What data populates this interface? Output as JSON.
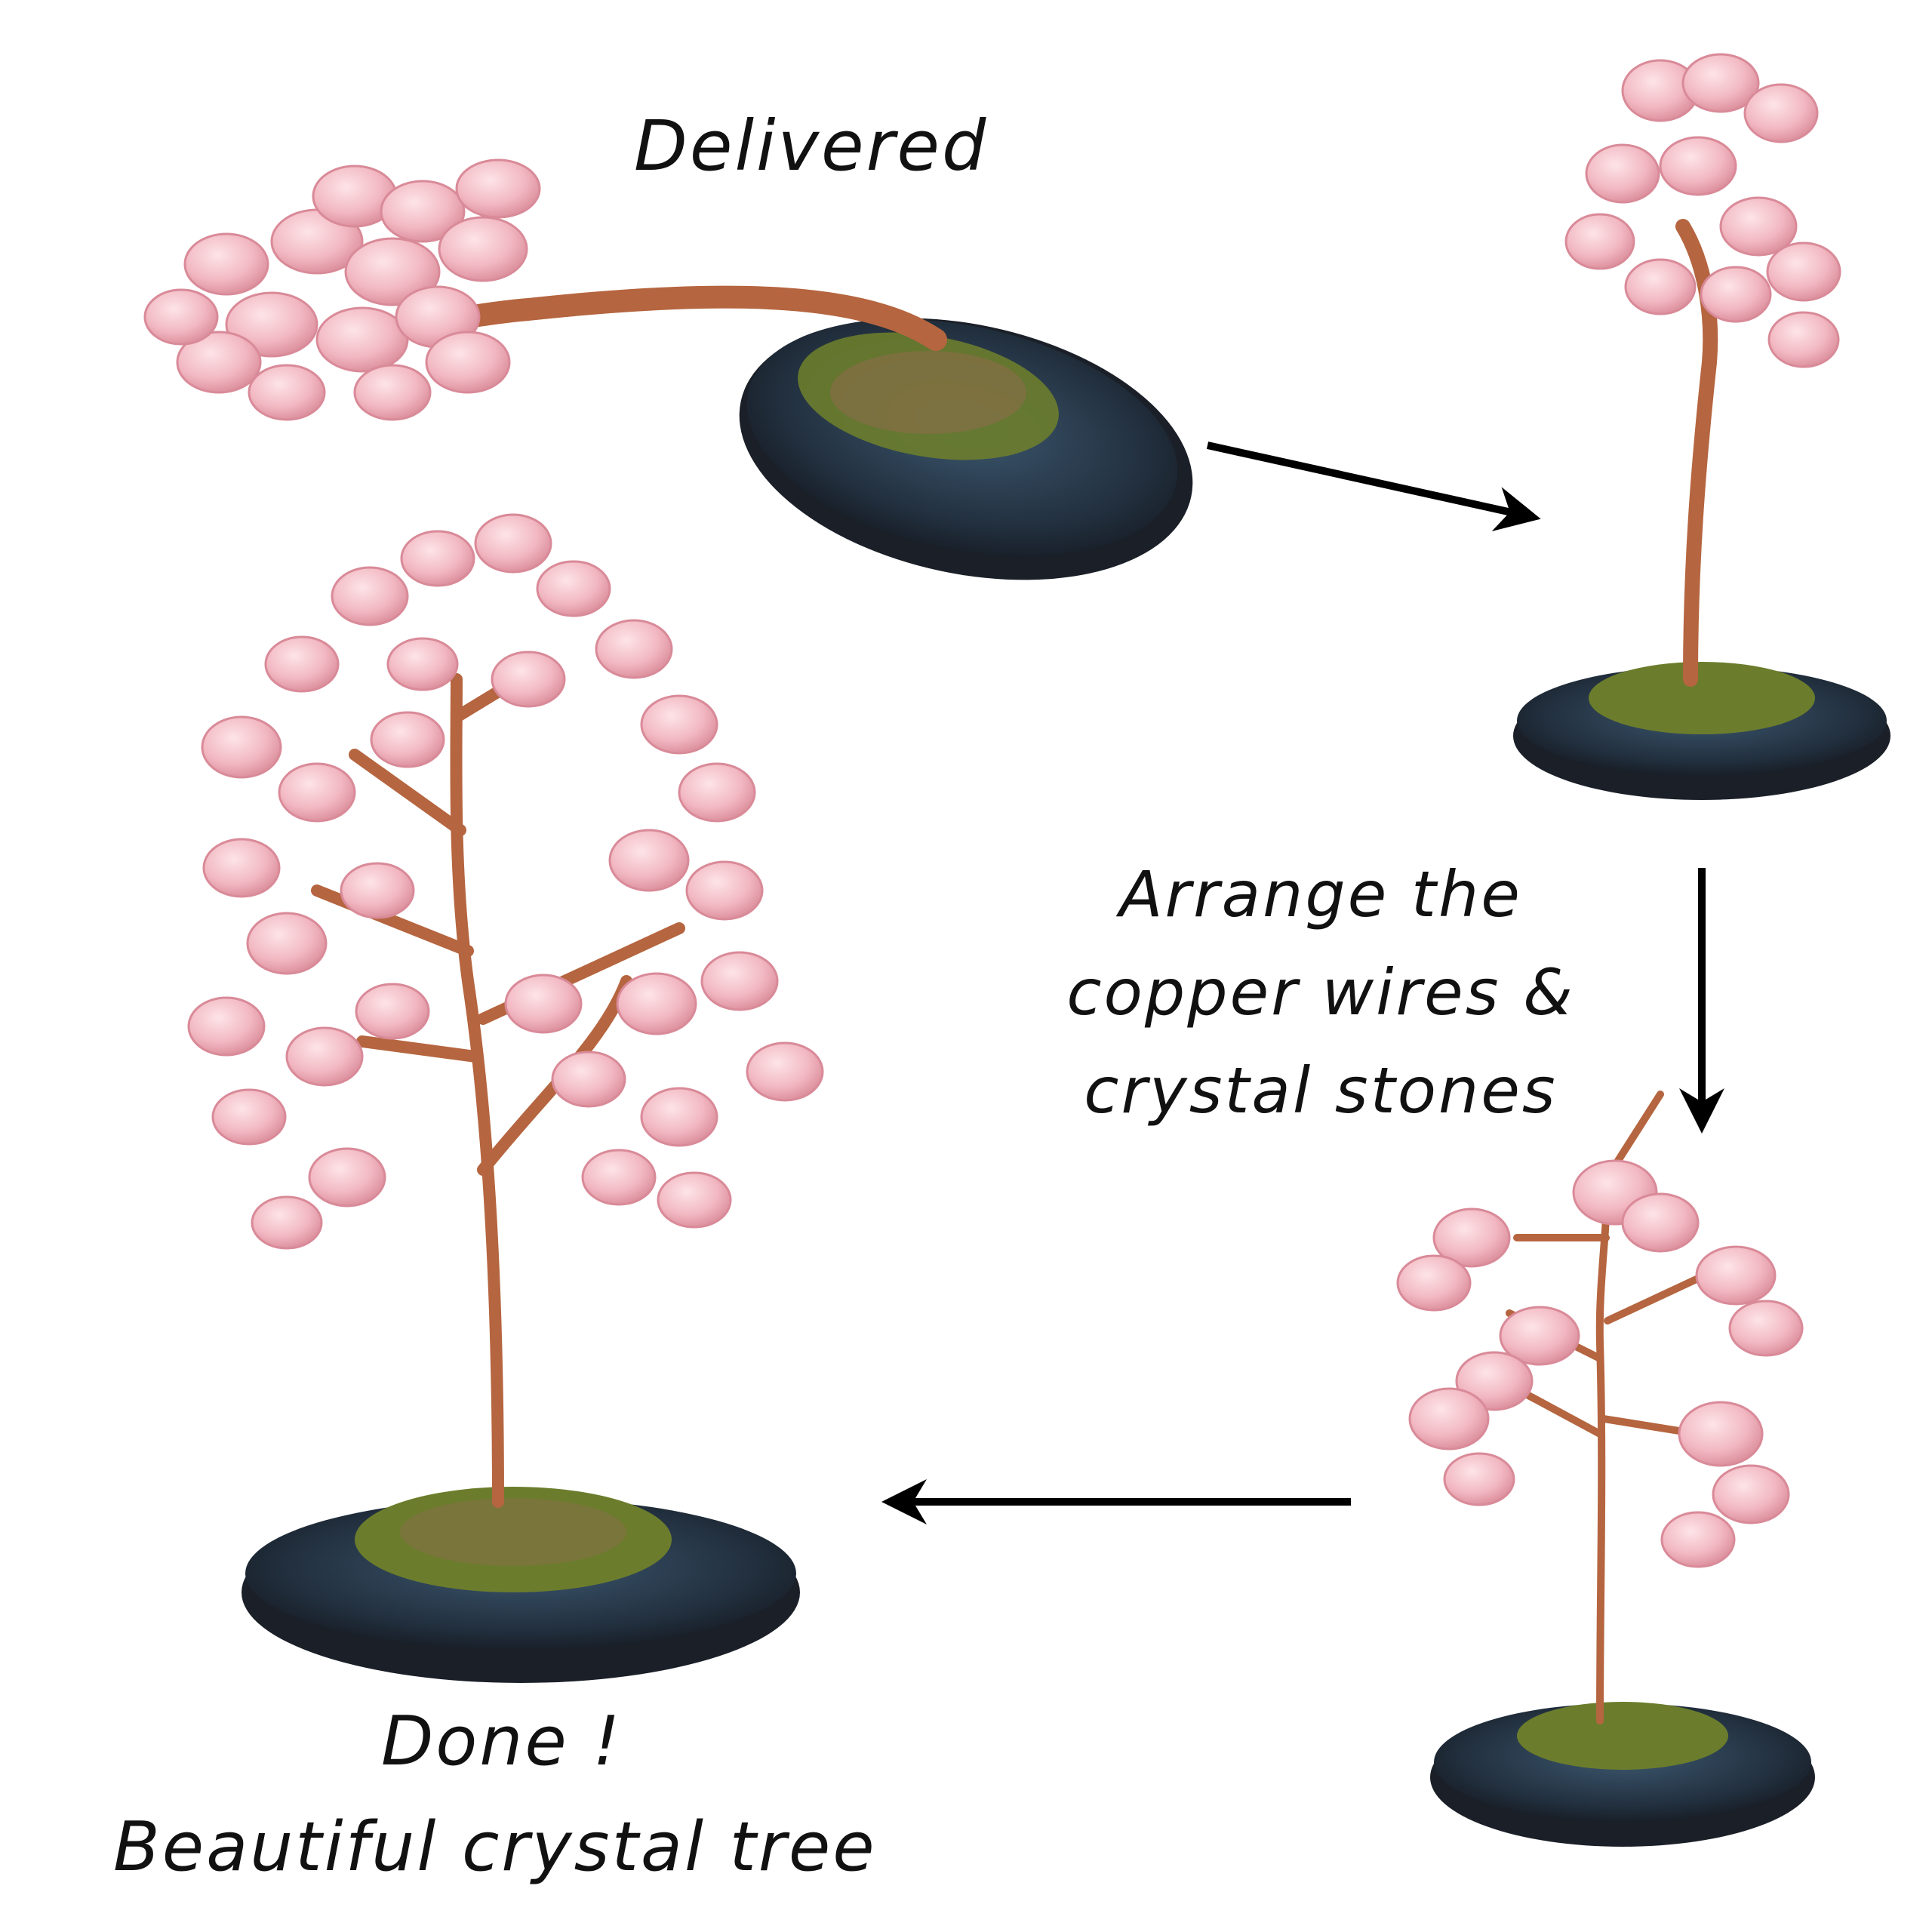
{
  "captions": {
    "delivered": "Delivered",
    "arrange": [
      "Arrange the",
      "copper wires &",
      "crystal stones"
    ],
    "done": "Done !",
    "beautiful": "Beautiful crystal tree"
  },
  "colors": {
    "background": "#ffffff",
    "quartz": "#f2b8c2",
    "quartz_dark": "#d98a98",
    "copper": "#b5653f",
    "agate": "#2a3a4a",
    "agate_rim": "#1a1f28",
    "peridot": "#6b7d2c",
    "arrow": "#000000"
  },
  "steps": [
    {
      "name": "delivered-tree",
      "state": "folded flat"
    },
    {
      "name": "unfolded-tree",
      "state": "standing, wires gathered"
    },
    {
      "name": "arranged-tree",
      "state": "branches spread"
    },
    {
      "name": "finished-tree",
      "state": "done"
    }
  ]
}
